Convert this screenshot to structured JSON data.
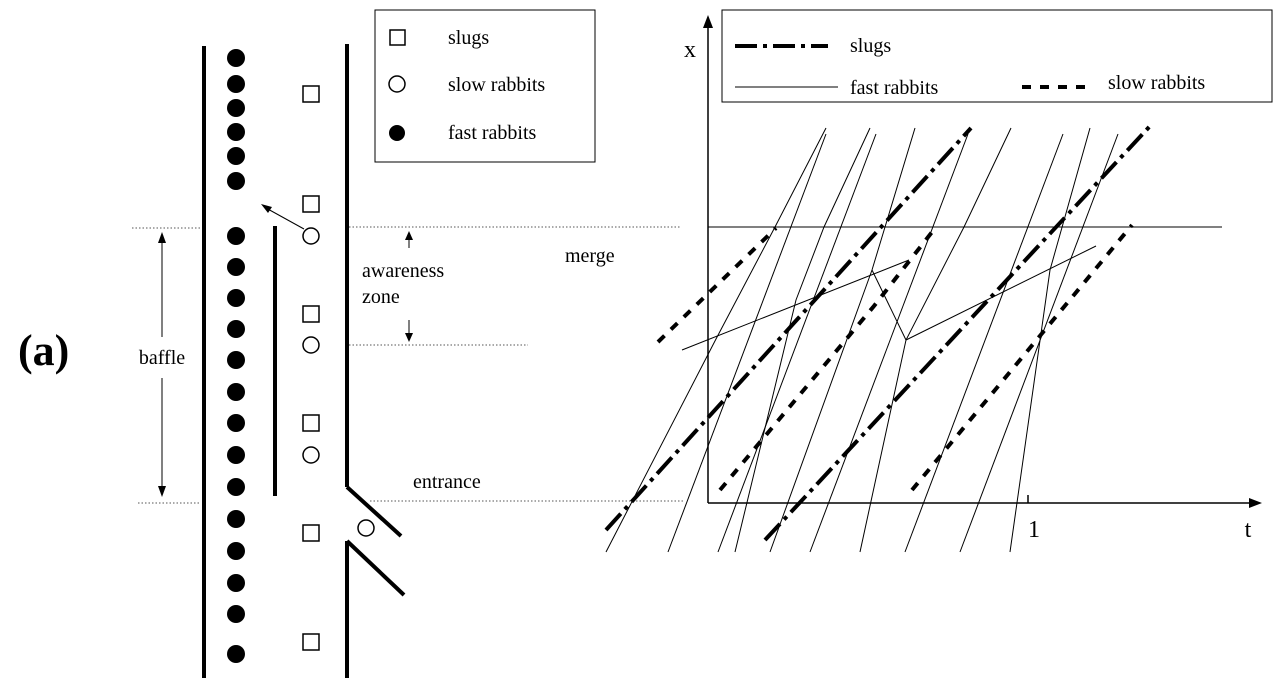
{
  "panel_label": "(a)",
  "left_diagram": {
    "legend": [
      {
        "symbol": "open-square",
        "label": "slugs"
      },
      {
        "symbol": "open-circle",
        "label": "slow rabbits"
      },
      {
        "symbol": "filled-circle",
        "label": "fast rabbits"
      }
    ],
    "labels": {
      "baffle": "baffle",
      "awareness_zone_line1": "awareness",
      "awareness_zone_line2": "zone",
      "merge": "merge",
      "entrance": "entrance"
    }
  },
  "right_diagram": {
    "axis_x_label": "t",
    "axis_y_label": "x",
    "tick_label": "1",
    "legend": [
      {
        "style": "dash-dot",
        "label": "slugs"
      },
      {
        "style": "solid",
        "label": "fast rabbits"
      },
      {
        "style": "dotted",
        "label": "slow rabbits"
      }
    ]
  },
  "colors": {
    "ink": "#000000",
    "background": "#ffffff"
  }
}
